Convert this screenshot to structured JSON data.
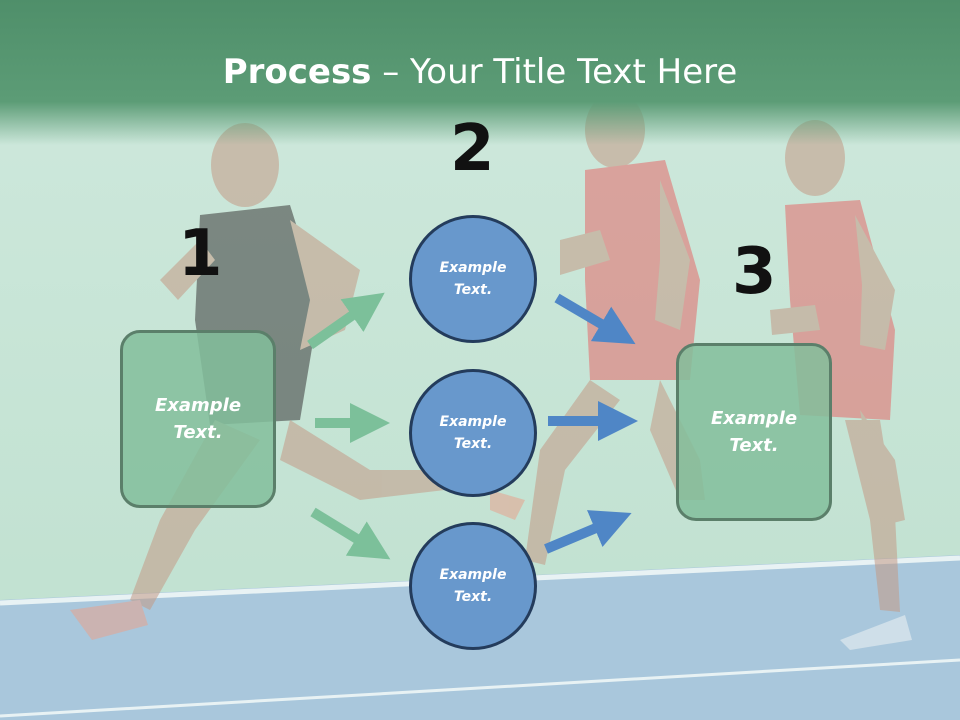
{
  "slide": {
    "title_bold": "Process",
    "title_rest": " – Your Title Text Here"
  },
  "steps": [
    {
      "number": "1",
      "box_text": "Example Text."
    },
    {
      "number": "2",
      "circles": [
        "Example Text.",
        "Example Text.",
        "Example Text."
      ]
    },
    {
      "number": "3",
      "box_text": "Example Text."
    }
  ],
  "colors": {
    "header": "#5c9c76",
    "box_fill": "#82be9b",
    "circle_fill": "#6898cc",
    "green_arrow": "#7cc09a",
    "blue_arrow": "#4f86c6"
  }
}
